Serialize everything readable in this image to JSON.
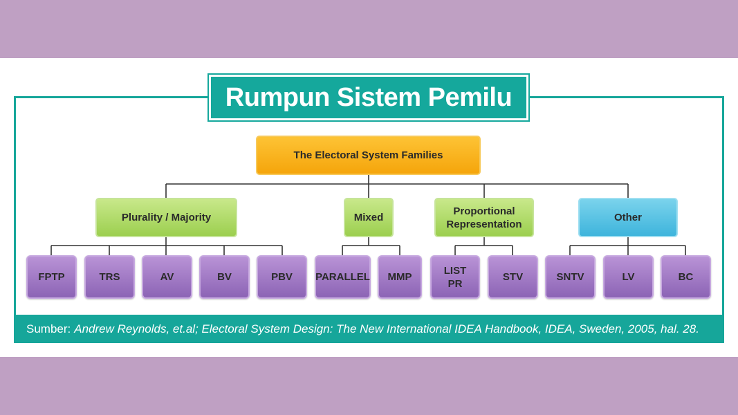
{
  "title": "Rumpun Sistem Pemilu",
  "root": "The Electoral System Families",
  "families": [
    {
      "label": "Plurality / Majority"
    },
    {
      "label": "Mixed"
    },
    {
      "label": "Proportional Representation"
    },
    {
      "label": "Other"
    }
  ],
  "leaves": [
    {
      "label": "FPTP"
    },
    {
      "label": "TRS"
    },
    {
      "label": "AV"
    },
    {
      "label": "BV"
    },
    {
      "label": "PBV"
    },
    {
      "label": "PARALLEL"
    },
    {
      "label": "MMP"
    },
    {
      "label": "LIST PR"
    },
    {
      "label": "STV"
    },
    {
      "label": "SNTV"
    },
    {
      "label": "LV"
    },
    {
      "label": "BC"
    }
  ],
  "footer": {
    "prefix": "Sumber:",
    "citation": "Andrew Reynolds, et.al; Electoral System Design: The New International IDEA Handbook, IDEA, Sweden, 2005, hal. 28."
  },
  "colors": {
    "teal": "#16a69a",
    "root": "#f7b21c",
    "family": "#b3dc6e",
    "other": "#5ec3e4",
    "leaf": "#a37cc6",
    "band": "#bfa0c3"
  }
}
